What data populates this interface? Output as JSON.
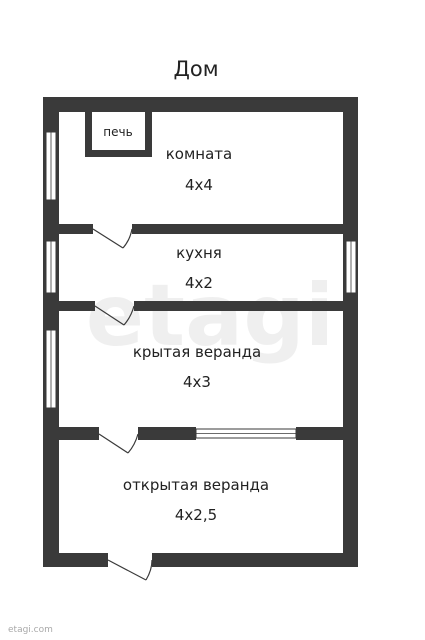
{
  "title": "Дом",
  "rooms": [
    {
      "name": "комната",
      "size": "4x4"
    },
    {
      "name": "кухня",
      "size": "4x2"
    },
    {
      "name": "крытая веранда",
      "size": "4x3"
    },
    {
      "name": "открытая веранда",
      "size": "4x2,5"
    }
  ],
  "stove": "печь",
  "watermark": "etagi",
  "corner_mark": "etagi.com",
  "colors": {
    "wall": "#3a3a3a",
    "background": "#ffffff"
  }
}
